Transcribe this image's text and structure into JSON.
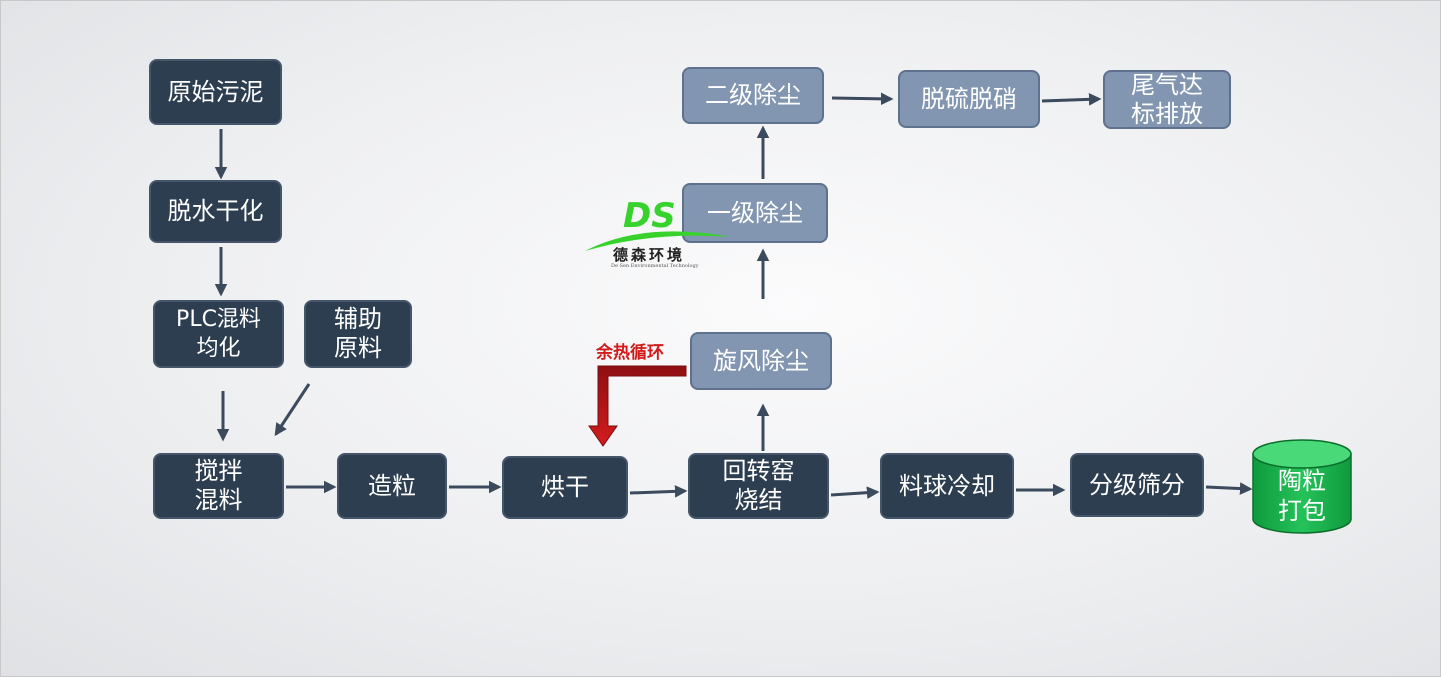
{
  "nodes": {
    "raw_sludge": "原始污泥",
    "dewater_dry": "脱水干化",
    "plc_mix_1": "PLC混料",
    "plc_mix_2": "均化",
    "aux_1": "辅助",
    "aux_2": "原料",
    "stir_1": "搅拌",
    "stir_2": "混料",
    "granulate": "造粒",
    "dry": "烘干",
    "kiln_1": "回转窑",
    "kiln_2": "烧结",
    "cool": "料球冷却",
    "screen": "分级筛分",
    "pack_1": "陶粒",
    "pack_2": "打包",
    "cyclone": "旋风除尘",
    "dust1": "一级除尘",
    "dust2": "二级除尘",
    "desulf": "脱硫脱硝",
    "exhaust_1": "尾气达",
    "exhaust_2": "标排放"
  },
  "recirc_label": "余热循环",
  "logo": {
    "mark": "DS",
    "name": "德森环境",
    "subtitle": "De Sen Environmental Technology"
  },
  "colors": {
    "dark_box": "#2d3e50",
    "light_box": "#8396b1",
    "arrow": "#3b4a5c",
    "recirc": "#c0171b",
    "product": "#17b24c",
    "logo_green": "#37d22c"
  }
}
